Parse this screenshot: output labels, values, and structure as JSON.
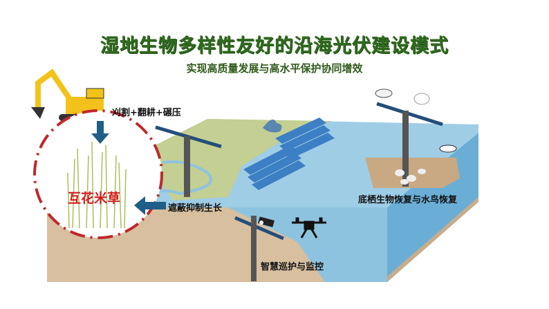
{
  "title": "湿地生物多样性友好的沿海光伏建设模式",
  "subtitle": "实现高质量发展与高水平保护协同增效",
  "labels": {
    "mowing": "刈割+翻耕+碾压",
    "species": "互花米草",
    "shading": "遮蔽抑制生长",
    "benthic": "底栖生物恢复与水鸟恢复",
    "patrol": "智慧巡护与监控"
  },
  "colors": {
    "title": "#2f6b1e",
    "water": "#8cc4e0",
    "land": "#c3cf93",
    "soil": "#d7bfa0",
    "circle": "#c0282b",
    "arrow": "#1f5e86"
  }
}
